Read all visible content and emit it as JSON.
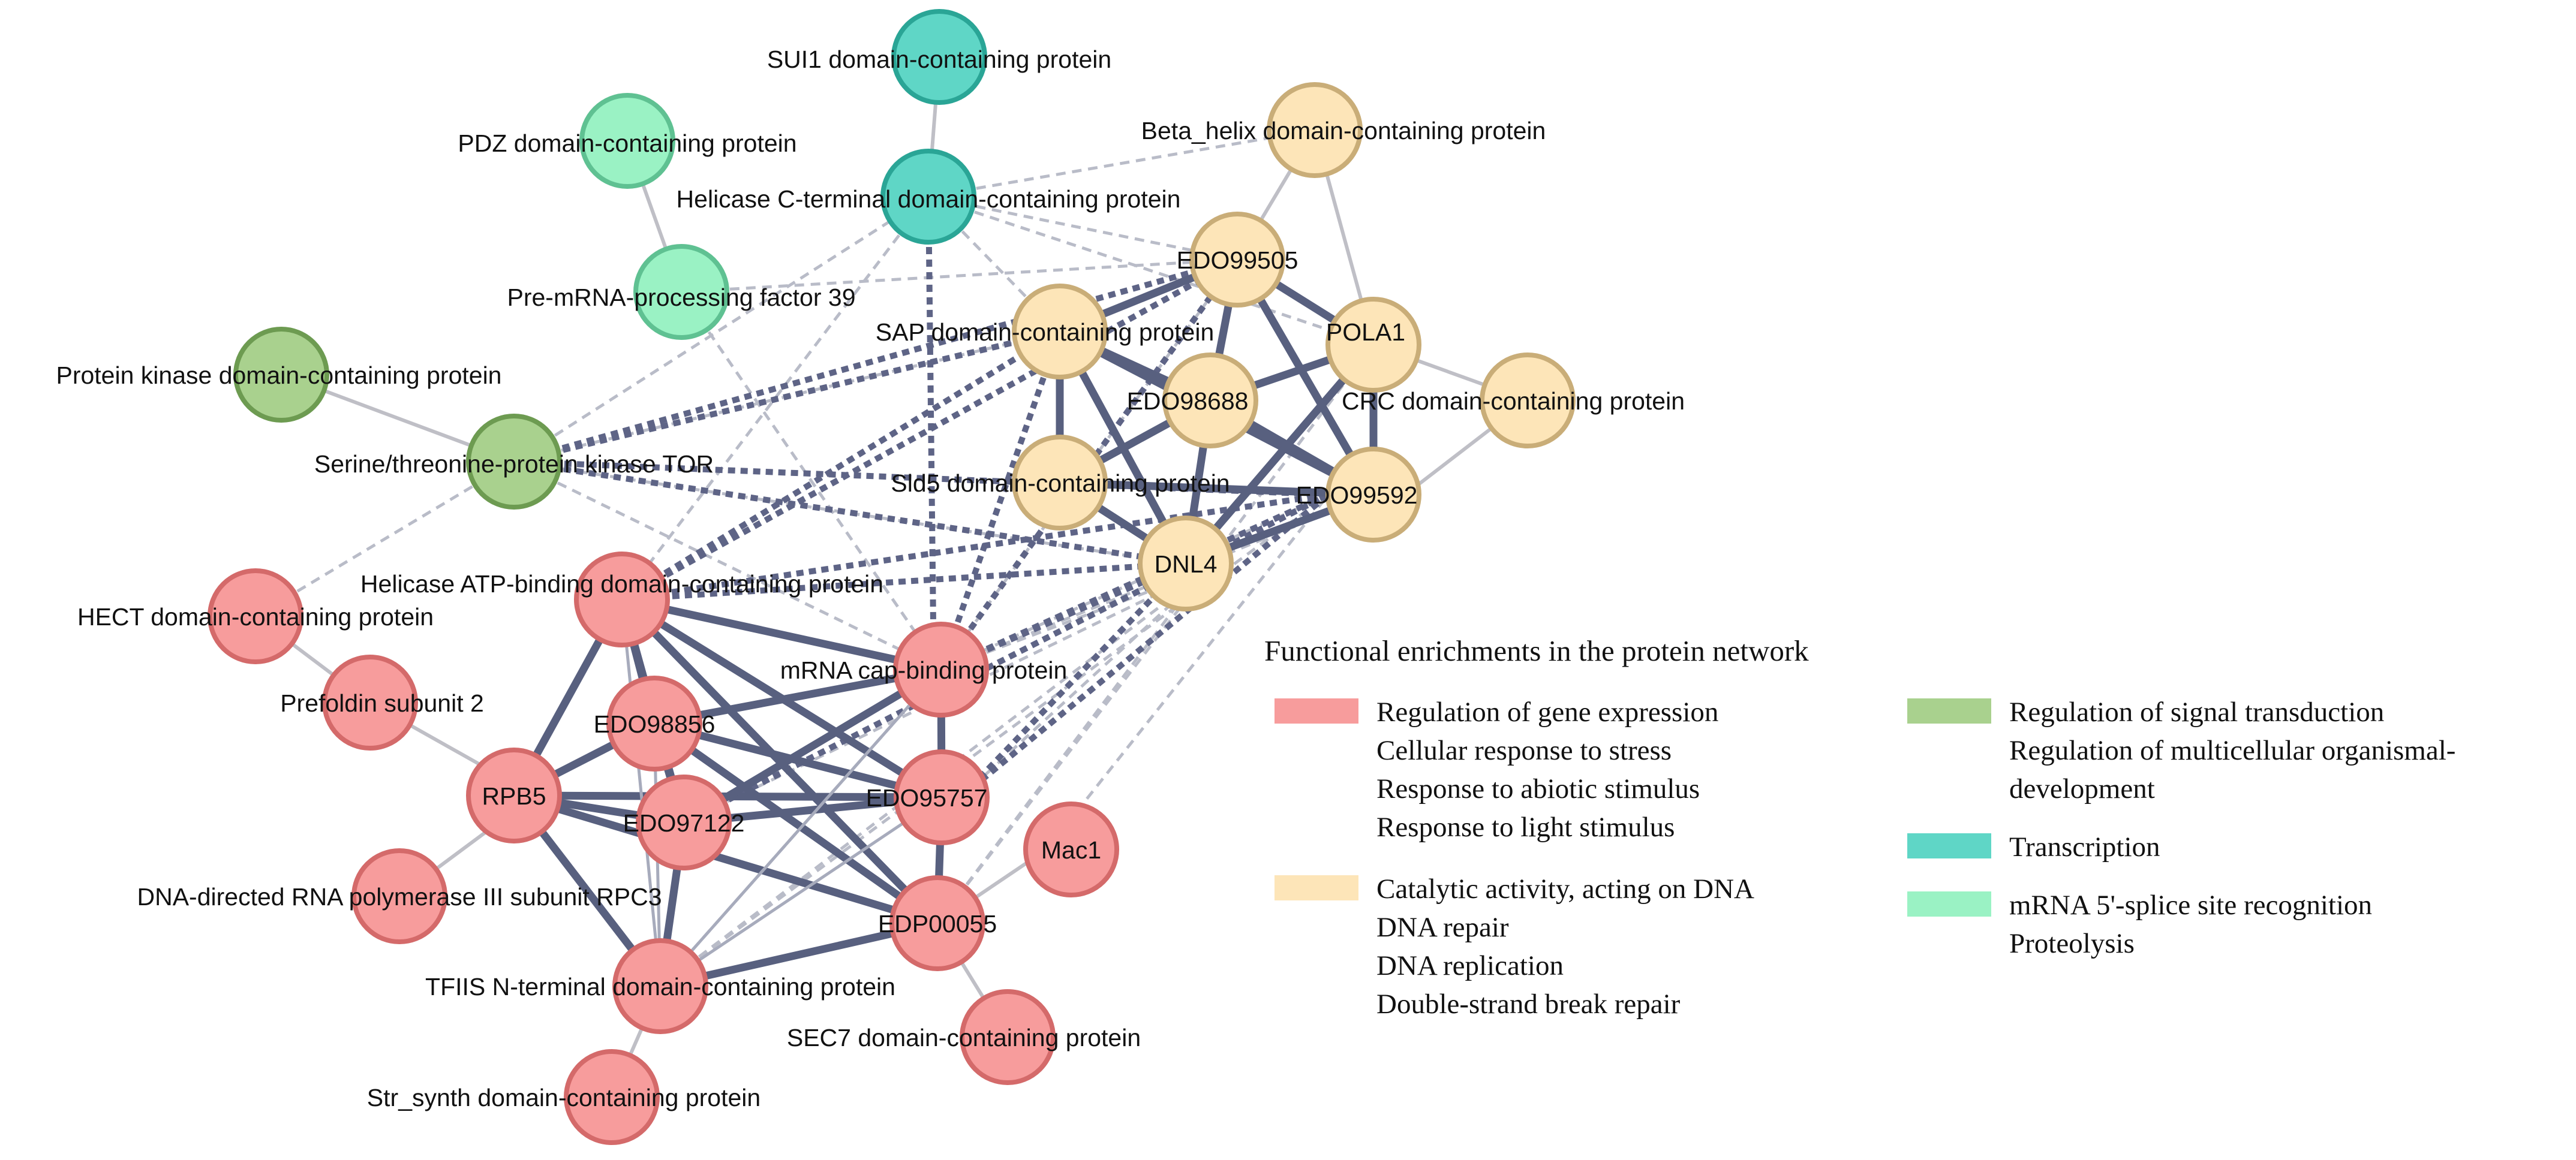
{
  "categories": {
    "gene_expression": {
      "fill": "#f79c9c",
      "stroke": "#d46a6a"
    },
    "dna_activity": {
      "fill": "#fde5b8",
      "stroke": "#c9ad78"
    },
    "signal": {
      "fill": "#a9d18e",
      "stroke": "#6d9b51"
    },
    "transcription": {
      "fill": "#5fd6c6",
      "stroke": "#2aa596"
    },
    "splice": {
      "fill": "#9af2c4",
      "stroke": "#5fc192"
    }
  },
  "nodes": {
    "sui1": "SUI1 domain-containing protein",
    "beta_helix": "Beta_helix domain-containing protein",
    "pdz": "PDZ domain-containing protein",
    "helicase_c": "Helicase C-terminal domain-containing protein",
    "edo99505": "EDO99505",
    "premrna": "Pre-mRNA-processing factor 39",
    "sap": "SAP domain-containing protein",
    "pola1": "POLA1",
    "protein_kinase": "Protein kinase domain-containing protein",
    "edo98688": "EDO98688",
    "crc": "CRC domain-containing protein",
    "tor": "Serine/threonine-protein kinase TOR",
    "sld5": "Sld5 domain-containing protein",
    "edo99592": "EDO99592",
    "dnl4": "DNL4",
    "helicase_atp": "Helicase ATP-binding domain-containing protein",
    "hect": "HECT domain-containing protein",
    "mrna_cap": "mRNA cap-binding protein",
    "prefoldin": "Prefoldin subunit 2",
    "edo98856": "EDO98856",
    "rpb5": "RPB5",
    "edo95757": "EDO95757",
    "edo97122": "EDO97122",
    "mac1": "Mac1",
    "rpc3": "DNA-directed RNA polymerase III subunit RPC3",
    "edp00055": "EDP00055",
    "tfiis": "TFIIS N-terminal domain-containing protein",
    "sec7": "SEC7 domain-containing protein",
    "str_synth": "Str_synth domain-containing protein"
  },
  "legend": {
    "title": "Functional enrichments in the protein network",
    "groups": [
      {
        "color": "#f79c9c",
        "lines": [
          "Regulation of gene expression",
          "Cellular response to stress",
          "Response to abiotic stimulus",
          "Response to light stimulus"
        ]
      },
      {
        "color": "#fde5b8",
        "lines": [
          "Catalytic activity, acting on DNA",
          "DNA repair",
          "DNA replication",
          "Double-strand break repair"
        ]
      },
      {
        "color": "#a9d18e",
        "lines": [
          "Regulation of signal transduction",
          "Regulation of multicellular  organismal-",
          "development"
        ]
      },
      {
        "color": "#5fd6c6",
        "lines": [
          "Transcription"
        ]
      },
      {
        "color": "#9af2c4",
        "lines": [
          "mRNA 5'-splice site recognition",
          "Proteolysis"
        ]
      }
    ]
  }
}
